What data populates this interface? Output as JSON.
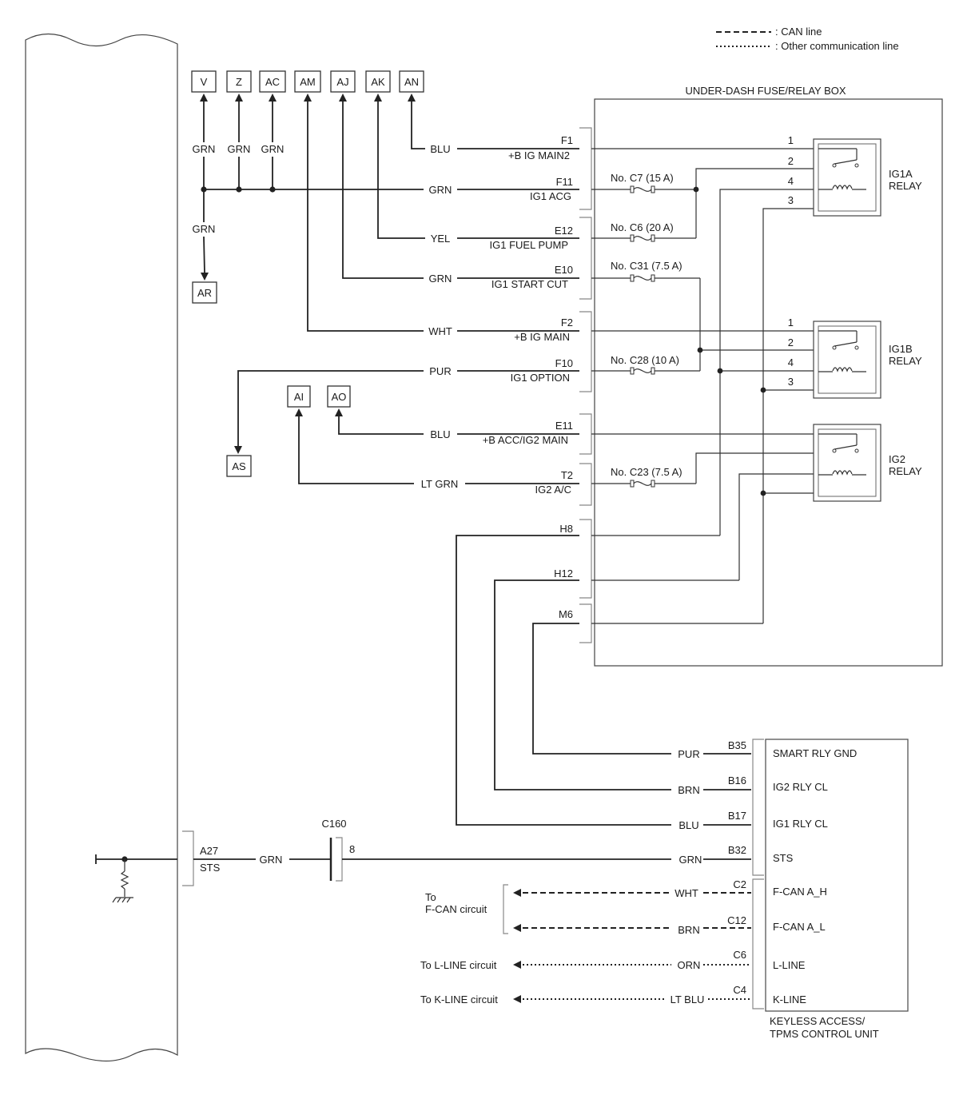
{
  "legend": {
    "can_line": ": CAN line",
    "other_line": ": Other communication line"
  },
  "fuse_box": {
    "title": "UNDER-DASH FUSE/RELAY BOX"
  },
  "terminals": {
    "v": "V",
    "z": "Z",
    "ac": "AC",
    "am": "AM",
    "aj": "AJ",
    "ak": "AK",
    "an": "AN",
    "ar": "AR",
    "as": "AS",
    "ai": "AI",
    "ao": "AO"
  },
  "wires": {
    "grn_v": "GRN",
    "grn_z": "GRN",
    "grn_ac": "GRN",
    "grn_ar": "GRN",
    "blu_f1": "BLU",
    "grn_f11": "GRN",
    "yel_e12": "YEL",
    "grn_e10": "GRN",
    "wht_f2": "WHT",
    "pur_f10": "PUR",
    "blu_e11": "BLU",
    "ltgrn_t2": "LT GRN",
    "pur_b35": "PUR",
    "brn_b16": "BRN",
    "blu_b17": "BLU",
    "grn_b32": "GRN",
    "wht_c2": "WHT",
    "brn_c12": "BRN",
    "orn_c6": "ORN",
    "ltblu_c4": "LT BLU",
    "grn_a27": "GRN"
  },
  "pins": {
    "f1": "F1",
    "f1_name": "+B IG MAIN2",
    "f11": "F11",
    "f11_name": "IG1 ACG",
    "e12": "E12",
    "e12_name": "IG1 FUEL PUMP",
    "e10": "E10",
    "e10_name": "IG1 START CUT",
    "f2": "F2",
    "f2_name": "+B IG MAIN",
    "f10": "F10",
    "f10_name": "IG1 OPTION",
    "e11": "E11",
    "e11_name": "+B ACC/IG2 MAIN",
    "t2": "T2",
    "t2_name": "IG2 A/C",
    "h8": "H8",
    "h12": "H12",
    "m6": "M6"
  },
  "fuses": {
    "c7": "No. C7 (15 A)",
    "c6": "No. C6 (20 A)",
    "c31": "No. C31 (7.5 A)",
    "c28": "No. C28 (10 A)",
    "c23": "No. C23 (7.5 A)"
  },
  "relays": {
    "ig1a_l1": "IG1A",
    "ig1a_l2": "RELAY",
    "ig1b_l1": "IG1B",
    "ig1b_l2": "RELAY",
    "ig2_l1": "IG2",
    "ig2_l2": "RELAY",
    "pins": [
      "1",
      "2",
      "4",
      "3",
      "1",
      "2",
      "4",
      "3"
    ]
  },
  "ecu": {
    "title_l1": "KEYLESS ACCESS/",
    "title_l2": "TPMS CONTROL UNIT",
    "pins": [
      {
        "pin": "B35",
        "name": "SMART RLY GND"
      },
      {
        "pin": "B16",
        "name": "IG2 RLY CL"
      },
      {
        "pin": "B17",
        "name": "IG1 RLY CL"
      },
      {
        "pin": "B32",
        "name": "STS"
      },
      {
        "pin": "C2",
        "name": "F-CAN A_H"
      },
      {
        "pin": "C12",
        "name": "F-CAN A_L"
      },
      {
        "pin": "C6",
        "name": "L-LINE"
      },
      {
        "pin": "C4",
        "name": "K-LINE"
      }
    ]
  },
  "left": {
    "a27": "A27",
    "sts": "STS"
  },
  "connector": {
    "c160": "C160",
    "pin8": "8"
  },
  "destinations": {
    "fcan_to": "To",
    "fcan_circuit": "F-CAN circuit",
    "lline": "To L-LINE circuit",
    "kline": "To K-LINE circuit"
  }
}
